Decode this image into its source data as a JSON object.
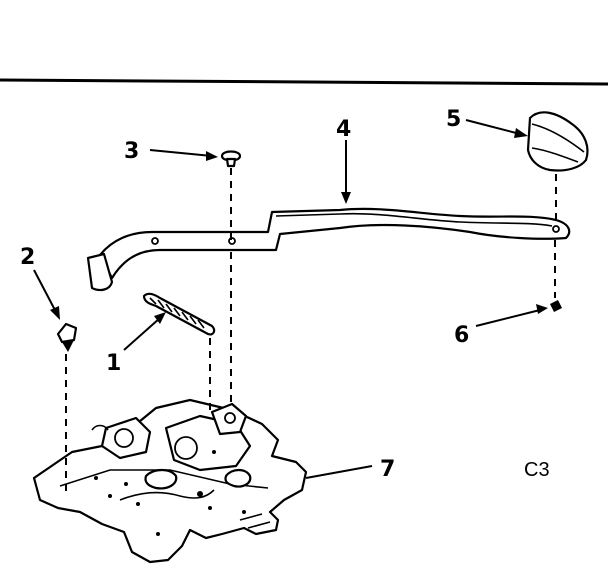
{
  "callouts": [
    {
      "id": "p1",
      "label": "1"
    },
    {
      "id": "p2",
      "label": "2"
    },
    {
      "id": "p3",
      "label": "3"
    },
    {
      "id": "p4",
      "label": "4"
    },
    {
      "id": "p5",
      "label": "5"
    },
    {
      "id": "p6",
      "label": "6"
    },
    {
      "id": "p7",
      "label": "7"
    }
  ],
  "diagram_code": "C3"
}
